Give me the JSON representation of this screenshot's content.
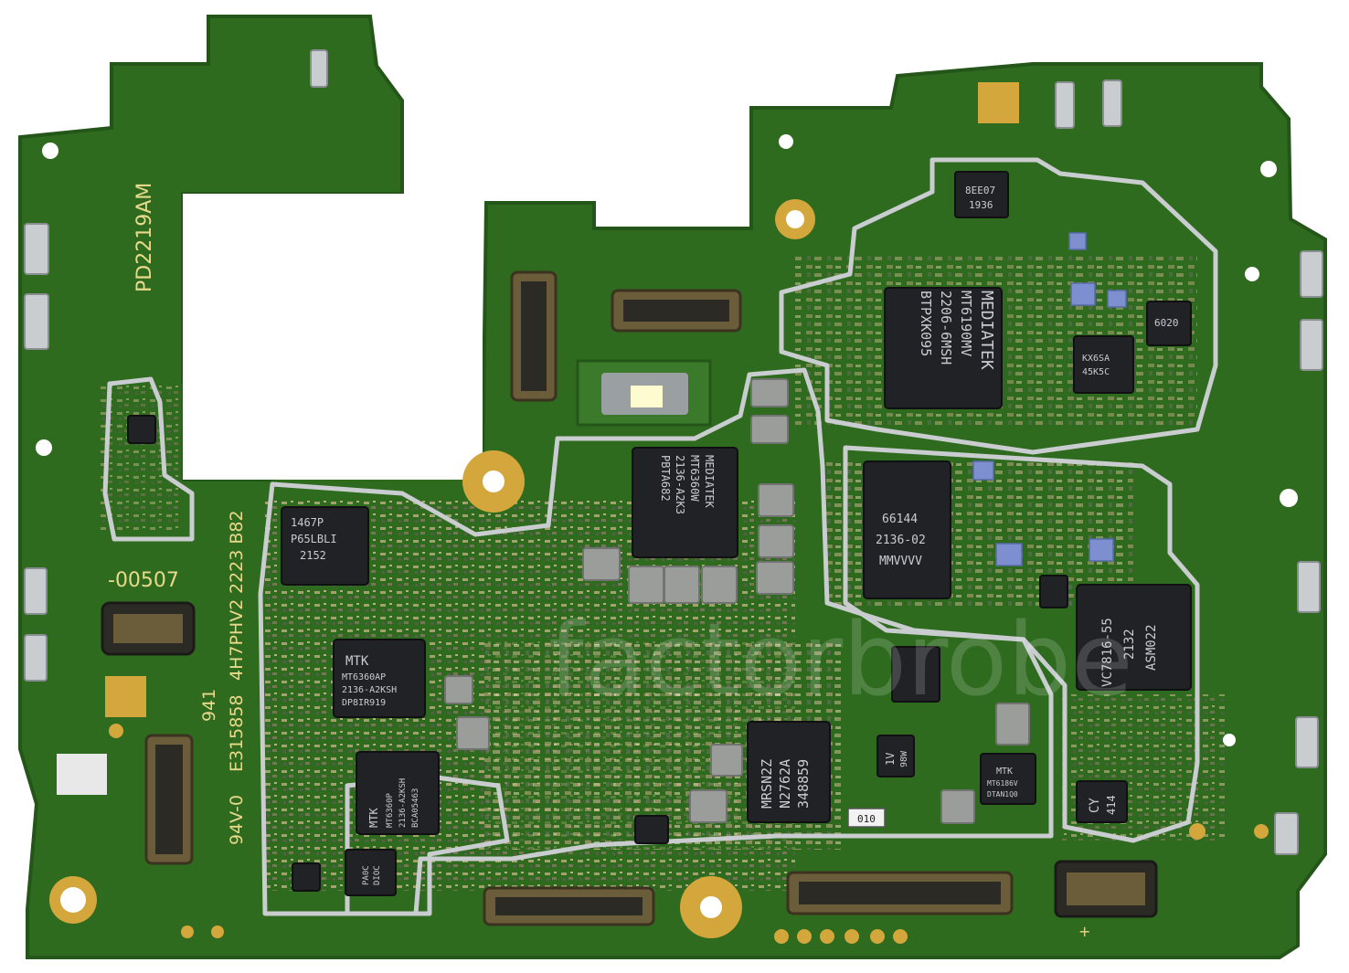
{
  "board": {
    "pcb_color": "#2f6b1f",
    "pcb_dark": "#24561a",
    "pad_gold": "#d4a73c",
    "shield_silver": "#c9cdd0"
  },
  "silkscreen": {
    "model": "PD2219AM",
    "code": "-00507",
    "code_vertical": "2223 B82",
    "code_vertical_2": "4H7PHV2",
    "code_vertical_3": "E315858",
    "code_vertical_4": "94V-0",
    "code_vertical_5": "941"
  },
  "chips": {
    "mediatek_main": [
      "MEDIATEK",
      "MT6190MV",
      "2206-6MSH",
      "BTPXK095"
    ],
    "ic_8ee07": [
      "8EE07",
      "1936"
    ],
    "ic_6020": [
      "6020"
    ],
    "ic_kx": [
      "KX6SA",
      "45K5C"
    ],
    "ic_1467p": [
      "1467P",
      "P65LBLI",
      "2152"
    ],
    "ic_mt6360w": [
      "MEDIATEK",
      "MT6360W",
      "2136-A2K3",
      "PBTA682"
    ],
    "ic_66144": [
      "66144",
      "2136-02",
      "MMVVVV"
    ],
    "mtk_pmic": [
      "MTK",
      "MT6360AP",
      "2136-A2KSH",
      "DP8IR919"
    ],
    "mtk_pmic2": [
      "MTK",
      "MT6360P",
      "2136-A2KSH",
      "BCA05463"
    ],
    "ic_vc7816": [
      "VC7816-55",
      "2132",
      "ASM022"
    ],
    "ic_mrsn": [
      "MRSN2Z",
      "N2762A",
      "348859"
    ],
    "ic_mtk_small": [
      "MTK",
      "MT6186V",
      "DTAN1Q0"
    ],
    "ic_cy": [
      "CY",
      "414"
    ],
    "ic_1v": [
      "1V",
      "98W"
    ],
    "ic_small_blank": [
      "PA0C",
      "DIOC"
    ]
  },
  "labels": {
    "resistor": "010",
    "plus": "+"
  },
  "watermark": {
    "text": "factorbrobe"
  }
}
